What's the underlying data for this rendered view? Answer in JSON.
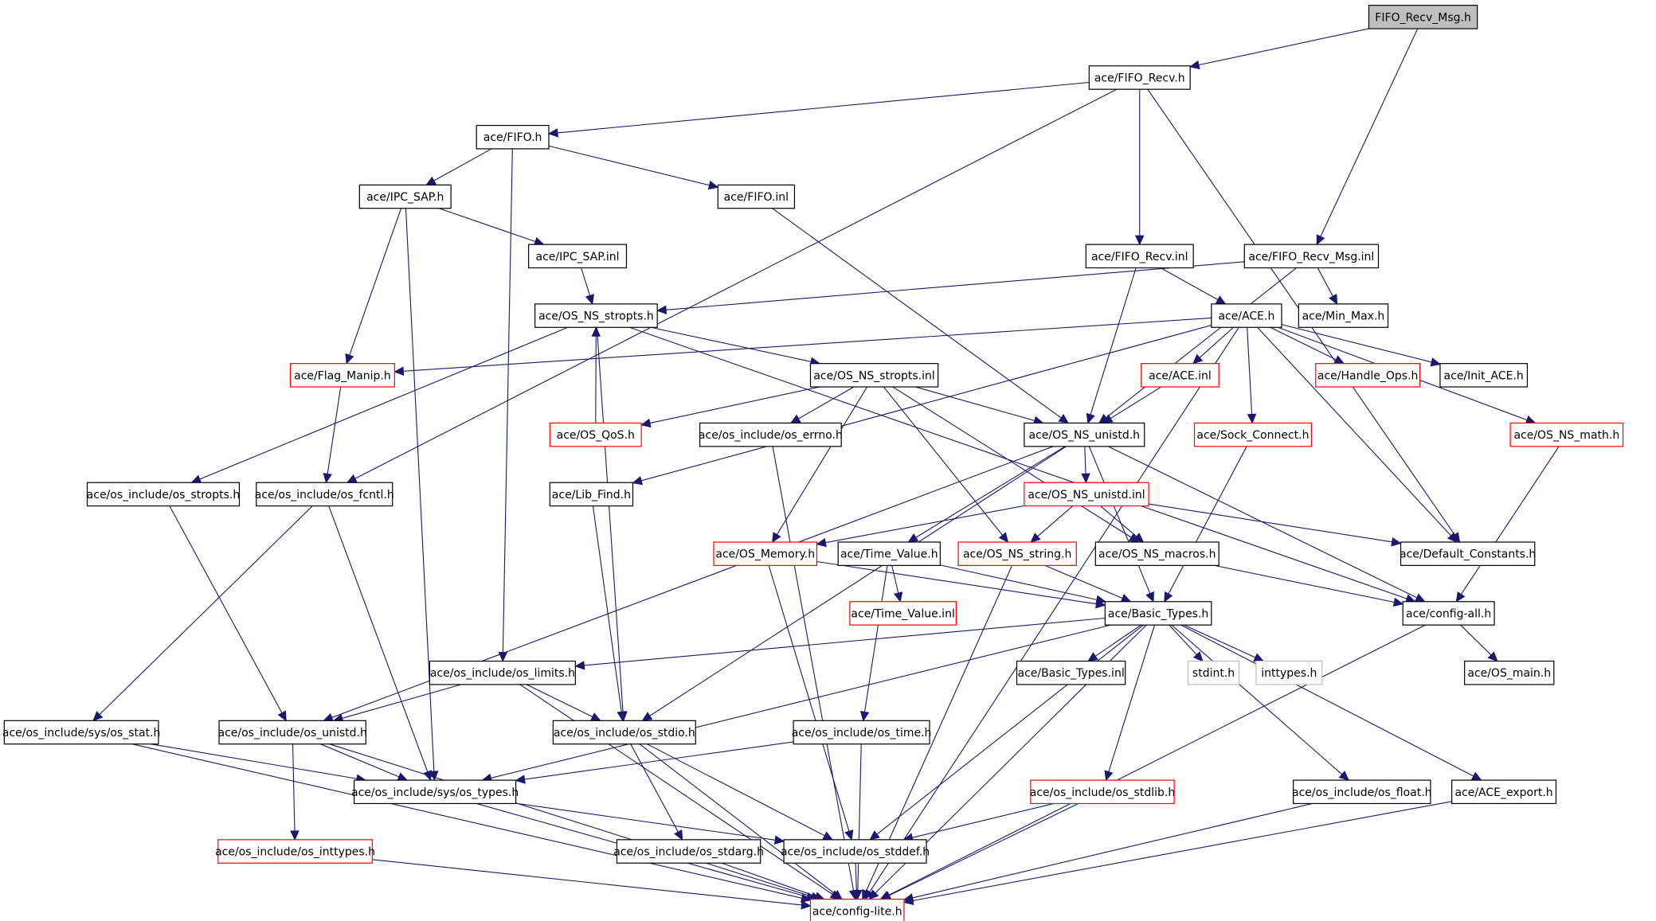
{
  "diagram": {
    "title": "FIFO_Recv_Msg.h",
    "colors": {
      "edge": "#191970",
      "node_border_default": "#000000",
      "node_border_truncated": "#ff0000",
      "node_border_leaf": "#bfbfbf",
      "node_fill_root": "#bfbfbf",
      "node_fill_default": "#ffffff"
    },
    "nodes": [
      {
        "id": "fifo_recv_msg_h",
        "label": "FIFO_Recv_Msg.h",
        "kind": "root"
      },
      {
        "id": "fifo_recv_h",
        "label": "ace/FIFO_Recv.h",
        "kind": "normal"
      },
      {
        "id": "fifo_h",
        "label": "ace/FIFO.h",
        "kind": "normal"
      },
      {
        "id": "ipc_sap_h",
        "label": "ace/IPC_SAP.h",
        "kind": "normal"
      },
      {
        "id": "fifo_inl",
        "label": "ace/FIFO.inl",
        "kind": "normal"
      },
      {
        "id": "ipc_sap_inl",
        "label": "ace/IPC_SAP.inl",
        "kind": "normal"
      },
      {
        "id": "fifo_recv_inl",
        "label": "ace/FIFO_Recv.inl",
        "kind": "normal"
      },
      {
        "id": "fifo_recv_msg_inl",
        "label": "ace/FIFO_Recv_Msg.inl",
        "kind": "normal"
      },
      {
        "id": "os_ns_stropts_h",
        "label": "ace/OS_NS_stropts.h",
        "kind": "normal"
      },
      {
        "id": "ace_h",
        "label": "ace/ACE.h",
        "kind": "normal"
      },
      {
        "id": "min_max_h",
        "label": "ace/Min_Max.h",
        "kind": "normal"
      },
      {
        "id": "flag_manip_h",
        "label": "ace/Flag_Manip.h",
        "kind": "truncated"
      },
      {
        "id": "os_ns_stropts_inl",
        "label": "ace/OS_NS_stropts.inl",
        "kind": "normal"
      },
      {
        "id": "ace_inl",
        "label": "ace/ACE.inl",
        "kind": "truncated"
      },
      {
        "id": "handle_ops_h",
        "label": "ace/Handle_Ops.h",
        "kind": "truncated"
      },
      {
        "id": "init_ace_h",
        "label": "ace/Init_ACE.h",
        "kind": "normal"
      },
      {
        "id": "os_qos_h",
        "label": "ace/OS_QoS.h",
        "kind": "truncated"
      },
      {
        "id": "os_errno_h",
        "label": "ace/os_include/os_errno.h",
        "kind": "normal"
      },
      {
        "id": "os_ns_unistd_h",
        "label": "ace/OS_NS_unistd.h",
        "kind": "normal"
      },
      {
        "id": "sock_connect_h",
        "label": "ace/Sock_Connect.h",
        "kind": "truncated"
      },
      {
        "id": "os_ns_math_h",
        "label": "ace/OS_NS_math.h",
        "kind": "truncated"
      },
      {
        "id": "os_stropts_h",
        "label": "ace/os_include/os_stropts.h",
        "kind": "normal"
      },
      {
        "id": "os_fcntl_h",
        "label": "ace/os_include/os_fcntl.h",
        "kind": "normal"
      },
      {
        "id": "lib_find_h",
        "label": "ace/Lib_Find.h",
        "kind": "normal"
      },
      {
        "id": "os_ns_unistd_inl",
        "label": "ace/OS_NS_unistd.inl",
        "kind": "truncated"
      },
      {
        "id": "os_memory_h",
        "label": "ace/OS_Memory.h",
        "kind": "truncated"
      },
      {
        "id": "time_value_h",
        "label": "ace/Time_Value.h",
        "kind": "normal"
      },
      {
        "id": "os_ns_string_h",
        "label": "ace/OS_NS_string.h",
        "kind": "truncated"
      },
      {
        "id": "os_ns_macros_h",
        "label": "ace/OS_NS_macros.h",
        "kind": "normal"
      },
      {
        "id": "default_constants_h",
        "label": "ace/Default_Constants.h",
        "kind": "normal"
      },
      {
        "id": "time_value_inl",
        "label": "ace/Time_Value.inl",
        "kind": "truncated"
      },
      {
        "id": "basic_types_h",
        "label": "ace/Basic_Types.h",
        "kind": "normal"
      },
      {
        "id": "config_all_h",
        "label": "ace/config-all.h",
        "kind": "normal"
      },
      {
        "id": "os_limits_h",
        "label": "ace/os_include/os_limits.h",
        "kind": "normal"
      },
      {
        "id": "basic_types_inl",
        "label": "ace/Basic_Types.inl",
        "kind": "normal"
      },
      {
        "id": "stdint_h",
        "label": "stdint.h",
        "kind": "leaf"
      },
      {
        "id": "inttypes_h",
        "label": "inttypes.h",
        "kind": "leaf"
      },
      {
        "id": "os_main_h",
        "label": "ace/OS_main.h",
        "kind": "normal"
      },
      {
        "id": "sys_os_stat_h",
        "label": "ace/os_include/sys/os_stat.h",
        "kind": "normal"
      },
      {
        "id": "os_unistd_h",
        "label": "ace/os_include/os_unistd.h",
        "kind": "normal"
      },
      {
        "id": "os_stdio_h",
        "label": "ace/os_include/os_stdio.h",
        "kind": "normal"
      },
      {
        "id": "os_time_h",
        "label": "ace/os_include/os_time.h",
        "kind": "normal"
      },
      {
        "id": "sys_os_types_h",
        "label": "ace/os_include/sys/os_types.h",
        "kind": "normal"
      },
      {
        "id": "os_stdlib_h",
        "label": "ace/os_include/os_stdlib.h",
        "kind": "truncated"
      },
      {
        "id": "os_float_h",
        "label": "ace/os_include/os_float.h",
        "kind": "normal"
      },
      {
        "id": "ace_export_h",
        "label": "ace/ACE_export.h",
        "kind": "normal"
      },
      {
        "id": "os_inttypes_h",
        "label": "ace/os_include/os_inttypes.h",
        "kind": "truncated"
      },
      {
        "id": "os_stdarg_h",
        "label": "ace/os_include/os_stdarg.h",
        "kind": "normal"
      },
      {
        "id": "os_stddef_h",
        "label": "ace/os_include/os_stddef.h",
        "kind": "normal"
      },
      {
        "id": "config_lite_h",
        "label": "ace/config-lite.h",
        "kind": "truncated"
      }
    ],
    "edges": [
      [
        "fifo_recv_msg_h",
        "fifo_recv_h"
      ],
      [
        "fifo_recv_msg_h",
        "fifo_recv_msg_inl"
      ],
      [
        "fifo_recv_h",
        "fifo_h"
      ],
      [
        "fifo_recv_h",
        "fifo_recv_inl"
      ],
      [
        "fifo_recv_h",
        "os_fcntl_h"
      ],
      [
        "fifo_recv_h",
        "default_constants_h"
      ],
      [
        "fifo_h",
        "ipc_sap_h"
      ],
      [
        "fifo_h",
        "fifo_inl"
      ],
      [
        "fifo_h",
        "os_limits_h"
      ],
      [
        "ipc_sap_h",
        "ipc_sap_inl"
      ],
      [
        "ipc_sap_h",
        "flag_manip_h"
      ],
      [
        "ipc_sap_h",
        "sys_os_types_h"
      ],
      [
        "fifo_inl",
        "os_ns_unistd_h"
      ],
      [
        "ipc_sap_inl",
        "os_ns_stropts_h"
      ],
      [
        "fifo_recv_inl",
        "ace_h"
      ],
      [
        "fifo_recv_inl",
        "os_ns_unistd_h"
      ],
      [
        "fifo_recv_msg_inl",
        "os_ns_stropts_h"
      ],
      [
        "fifo_recv_msg_inl",
        "min_max_h"
      ],
      [
        "fifo_recv_msg_inl",
        "os_ns_unistd_h"
      ],
      [
        "os_ns_stropts_h",
        "os_ns_stropts_inl"
      ],
      [
        "os_ns_stropts_h",
        "os_stropts_h"
      ],
      [
        "os_ns_stropts_h",
        "os_stdio_h"
      ],
      [
        "os_ns_stropts_h",
        "config_all_h"
      ],
      [
        "ace_h",
        "flag_manip_h"
      ],
      [
        "ace_h",
        "ace_inl"
      ],
      [
        "ace_h",
        "handle_ops_h"
      ],
      [
        "ace_h",
        "init_ace_h"
      ],
      [
        "ace_h",
        "sock_connect_h"
      ],
      [
        "ace_h",
        "os_ns_math_h"
      ],
      [
        "ace_h",
        "lib_find_h"
      ],
      [
        "ace_h",
        "default_constants_h"
      ],
      [
        "ace_h",
        "config_lite_h"
      ],
      [
        "flag_manip_h",
        "os_fcntl_h"
      ],
      [
        "os_ns_stropts_inl",
        "os_qos_h"
      ],
      [
        "os_ns_stropts_inl",
        "os_errno_h"
      ],
      [
        "os_ns_stropts_inl",
        "os_ns_unistd_h"
      ],
      [
        "os_ns_stropts_inl",
        "os_memory_h"
      ],
      [
        "os_ns_stropts_inl",
        "os_ns_string_h"
      ],
      [
        "os_ns_stropts_inl",
        "os_ns_macros_h"
      ],
      [
        "ace_inl",
        "os_ns_unistd_h"
      ],
      [
        "os_qos_h",
        "os_ns_stropts_h"
      ],
      [
        "os_errno_h",
        "config_lite_h"
      ],
      [
        "os_ns_unistd_h",
        "os_ns_unistd_inl"
      ],
      [
        "os_ns_unistd_h",
        "time_value_h"
      ],
      [
        "os_ns_unistd_h",
        "basic_types_h"
      ],
      [
        "os_ns_unistd_h",
        "config_all_h"
      ],
      [
        "os_ns_unistd_h",
        "os_unistd_h"
      ],
      [
        "os_ns_unistd_h",
        "os_stdio_h"
      ],
      [
        "sock_connect_h",
        "basic_types_h"
      ],
      [
        "os_ns_math_h",
        "config_all_h"
      ],
      [
        "os_stropts_h",
        "os_unistd_h"
      ],
      [
        "os_fcntl_h",
        "sys_os_stat_h"
      ],
      [
        "os_fcntl_h",
        "sys_os_types_h"
      ],
      [
        "lib_find_h",
        "os_stdio_h"
      ],
      [
        "os_ns_unistd_inl",
        "os_memory_h"
      ],
      [
        "os_ns_unistd_inl",
        "os_ns_string_h"
      ],
      [
        "os_ns_unistd_inl",
        "os_ns_macros_h"
      ],
      [
        "os_ns_unistd_inl",
        "default_constants_h"
      ],
      [
        "os_memory_h",
        "basic_types_h"
      ],
      [
        "os_memory_h",
        "os_stddef_h"
      ],
      [
        "time_value_h",
        "time_value_inl"
      ],
      [
        "time_value_h",
        "basic_types_h"
      ],
      [
        "time_value_h",
        "os_time_h"
      ],
      [
        "os_ns_string_h",
        "basic_types_h"
      ],
      [
        "os_ns_string_h",
        "config_lite_h"
      ],
      [
        "os_ns_macros_h",
        "config_all_h"
      ],
      [
        "basic_types_h",
        "os_limits_h"
      ],
      [
        "basic_types_h",
        "basic_types_inl"
      ],
      [
        "basic_types_h",
        "stdint_h"
      ],
      [
        "basic_types_h",
        "inttypes_h"
      ],
      [
        "basic_types_h",
        "sys_os_types_h"
      ],
      [
        "basic_types_h",
        "os_stdlib_h"
      ],
      [
        "basic_types_h",
        "os_float_h"
      ],
      [
        "basic_types_h",
        "ace_export_h"
      ],
      [
        "basic_types_h",
        "os_stddef_h"
      ],
      [
        "basic_types_h",
        "config_lite_h"
      ],
      [
        "config_all_h",
        "os_main_h"
      ],
      [
        "config_all_h",
        "config_lite_h"
      ],
      [
        "os_limits_h",
        "os_unistd_h"
      ],
      [
        "os_limits_h",
        "os_stdio_h"
      ],
      [
        "os_limits_h",
        "config_lite_h"
      ],
      [
        "sys_os_stat_h",
        "sys_os_types_h"
      ],
      [
        "sys_os_stat_h",
        "config_lite_h"
      ],
      [
        "os_unistd_h",
        "sys_os_types_h"
      ],
      [
        "os_unistd_h",
        "os_inttypes_h"
      ],
      [
        "os_unistd_h",
        "config_lite_h"
      ],
      [
        "os_stdio_h",
        "os_stdarg_h"
      ],
      [
        "os_stdio_h",
        "os_stddef_h"
      ],
      [
        "os_stdio_h",
        "config_lite_h"
      ],
      [
        "os_time_h",
        "sys_os_types_h"
      ],
      [
        "os_time_h",
        "config_lite_h"
      ],
      [
        "sys_os_types_h",
        "os_stddef_h"
      ],
      [
        "sys_os_types_h",
        "config_lite_h"
      ],
      [
        "os_stdlib_h",
        "os_stddef_h"
      ],
      [
        "os_stdlib_h",
        "config_lite_h"
      ],
      [
        "os_float_h",
        "config_lite_h"
      ],
      [
        "ace_export_h",
        "config_lite_h"
      ],
      [
        "os_inttypes_h",
        "config_lite_h"
      ],
      [
        "os_stdarg_h",
        "config_lite_h"
      ],
      [
        "os_stddef_h",
        "config_lite_h"
      ]
    ]
  }
}
